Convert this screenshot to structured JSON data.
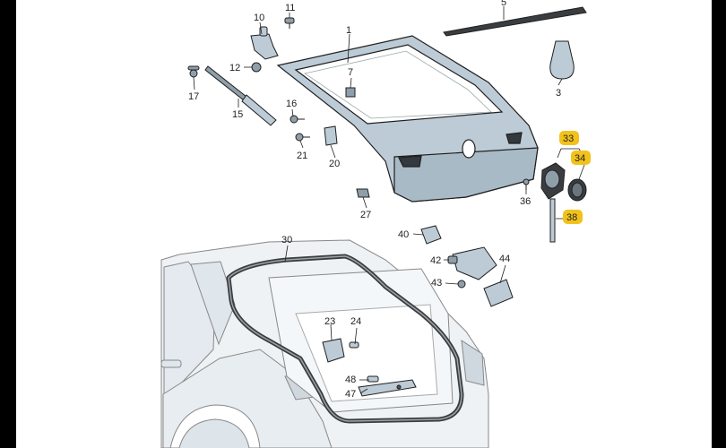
{
  "diagram": {
    "colors": {
      "background": "#000000",
      "panel": "#ffffff",
      "part_fill": "#bccbd6",
      "part_dark": "#8f9faa",
      "car_fill": "#eef2f5",
      "seal": "#3a3d40",
      "highlight": "#f2c21b",
      "stroke": "#1f1f1f"
    },
    "callouts": [
      {
        "id": "c1",
        "label": "1"
      },
      {
        "id": "c3",
        "label": "3"
      },
      {
        "id": "c5",
        "label": "5"
      },
      {
        "id": "c7",
        "label": "7"
      },
      {
        "id": "c10",
        "label": "10"
      },
      {
        "id": "c11",
        "label": "11"
      },
      {
        "id": "c12",
        "label": "12"
      },
      {
        "id": "c15",
        "label": "15"
      },
      {
        "id": "c16",
        "label": "16"
      },
      {
        "id": "c17",
        "label": "17"
      },
      {
        "id": "c20",
        "label": "20"
      },
      {
        "id": "c21",
        "label": "21"
      },
      {
        "id": "c23",
        "label": "23"
      },
      {
        "id": "c24",
        "label": "24"
      },
      {
        "id": "c27",
        "label": "27"
      },
      {
        "id": "c30",
        "label": "30"
      },
      {
        "id": "c33",
        "label": "33",
        "highlighted": true
      },
      {
        "id": "c34",
        "label": "34",
        "highlighted": true
      },
      {
        "id": "c36",
        "label": "36"
      },
      {
        "id": "c38",
        "label": "38",
        "highlighted": true
      },
      {
        "id": "c40",
        "label": "40"
      },
      {
        "id": "c42",
        "label": "42"
      },
      {
        "id": "c43",
        "label": "43"
      },
      {
        "id": "c44",
        "label": "44"
      },
      {
        "id": "c47",
        "label": "47"
      },
      {
        "id": "c48",
        "label": "48"
      }
    ]
  }
}
